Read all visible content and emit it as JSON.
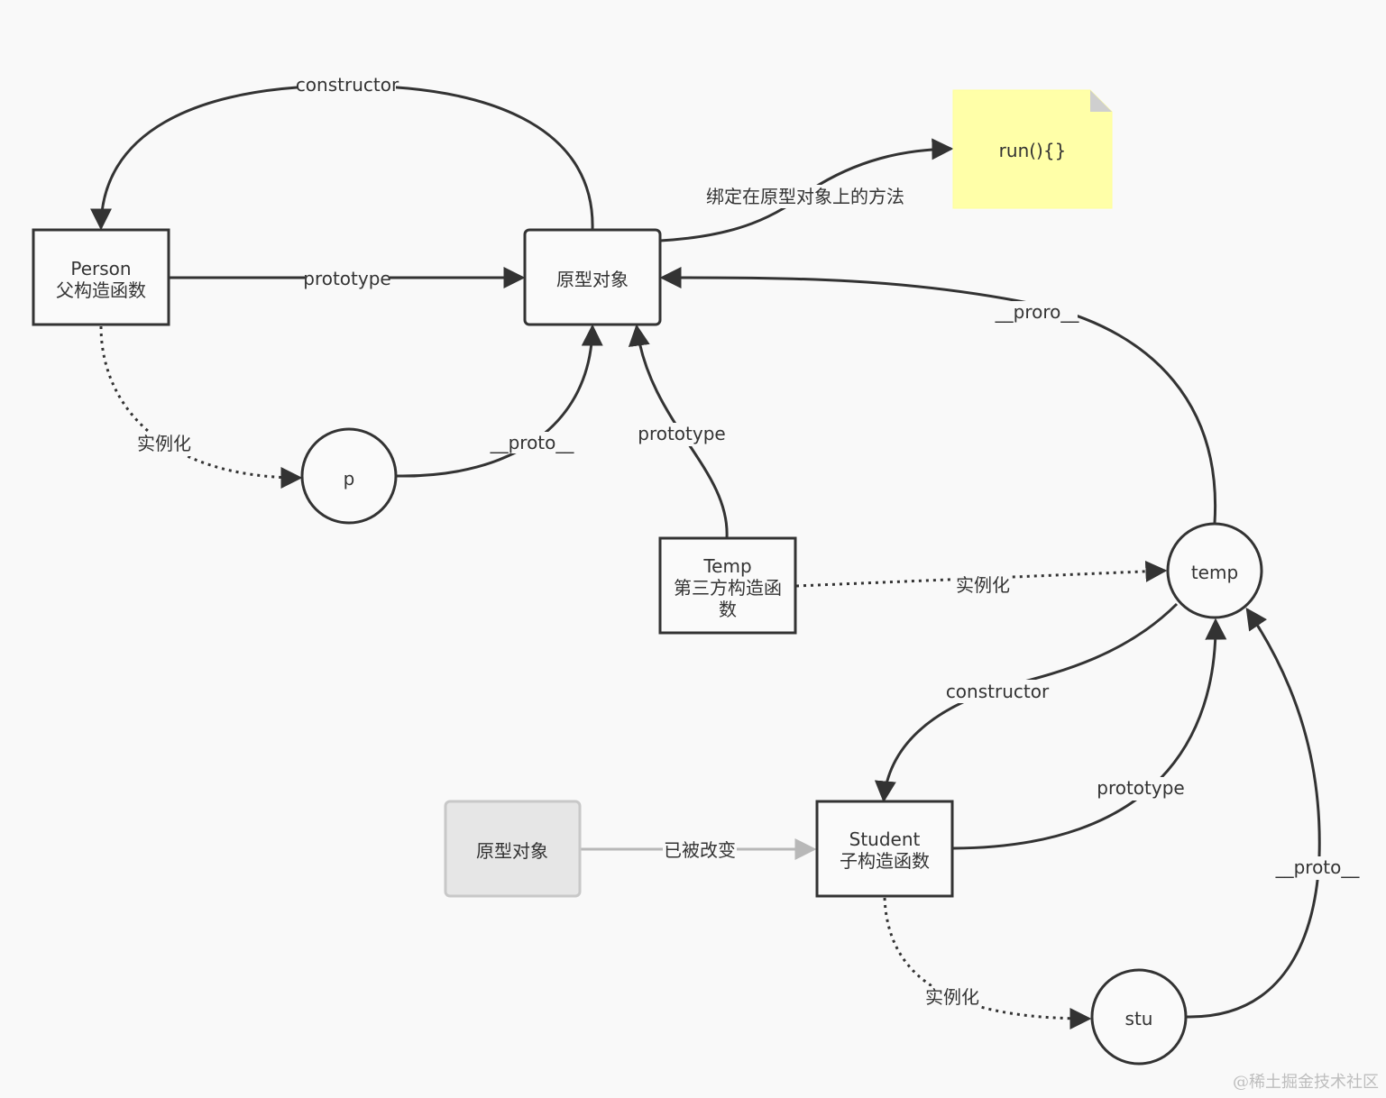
{
  "nodes": {
    "person": {
      "line1": "Person",
      "line2": "父构造函数"
    },
    "proto_obj": {
      "label": "原型对象"
    },
    "note": {
      "label": "run(){}"
    },
    "p": {
      "label": "p"
    },
    "temp_ctor": {
      "line1": "Temp",
      "line2": "第三方构造函",
      "line3": "数"
    },
    "temp": {
      "label": "temp"
    },
    "old_proto": {
      "label": "原型对象"
    },
    "student": {
      "line1": "Student",
      "line2": "子构造函数"
    },
    "stu": {
      "label": "stu"
    }
  },
  "edges": {
    "person_constructor": "constructor",
    "person_prototype": "prototype",
    "bind_method": "绑定在原型对象上的方法",
    "person_instantiate": "实例化",
    "p_proto": "__proto__",
    "temp_ctor_prototype": "prototype",
    "temp_proro": "__proro__",
    "temp_instantiate": "实例化",
    "temp_constructor": "constructor",
    "student_prototype": "prototype",
    "changed": "已被改变",
    "stu_proto": "__proto__",
    "student_instantiate": "实例化"
  },
  "watermark": "@稀土掘金技术社区"
}
